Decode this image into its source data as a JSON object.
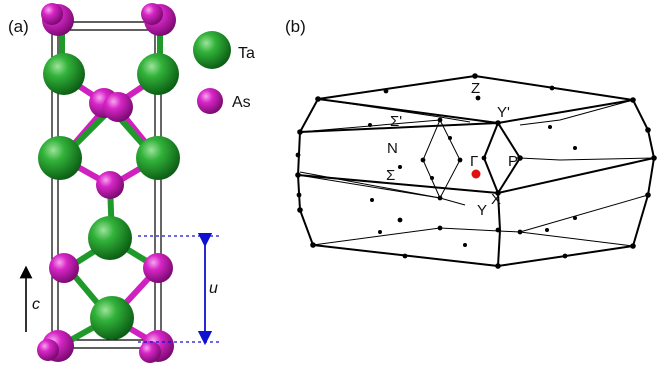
{
  "panel_a": {
    "label": "(a)",
    "legend": [
      {
        "name": "Ta",
        "color": "#1f8f2a"
      },
      {
        "name": "As",
        "color": "#c818b8"
      }
    ],
    "axis_label": "c",
    "dimension_label": "u",
    "colors": {
      "bond_ta": "#1f9a2a",
      "bond_as": "#d020c0",
      "dim": "#1010d0",
      "cell": "#000000"
    }
  },
  "panel_b": {
    "label": "(b)",
    "points": [
      "Z",
      "Y'",
      "Σ'",
      "N",
      "Γ",
      "P",
      "Σ",
      "X",
      "Y"
    ],
    "colors": {
      "edge": "#000000",
      "gamma": "#e01010"
    }
  }
}
